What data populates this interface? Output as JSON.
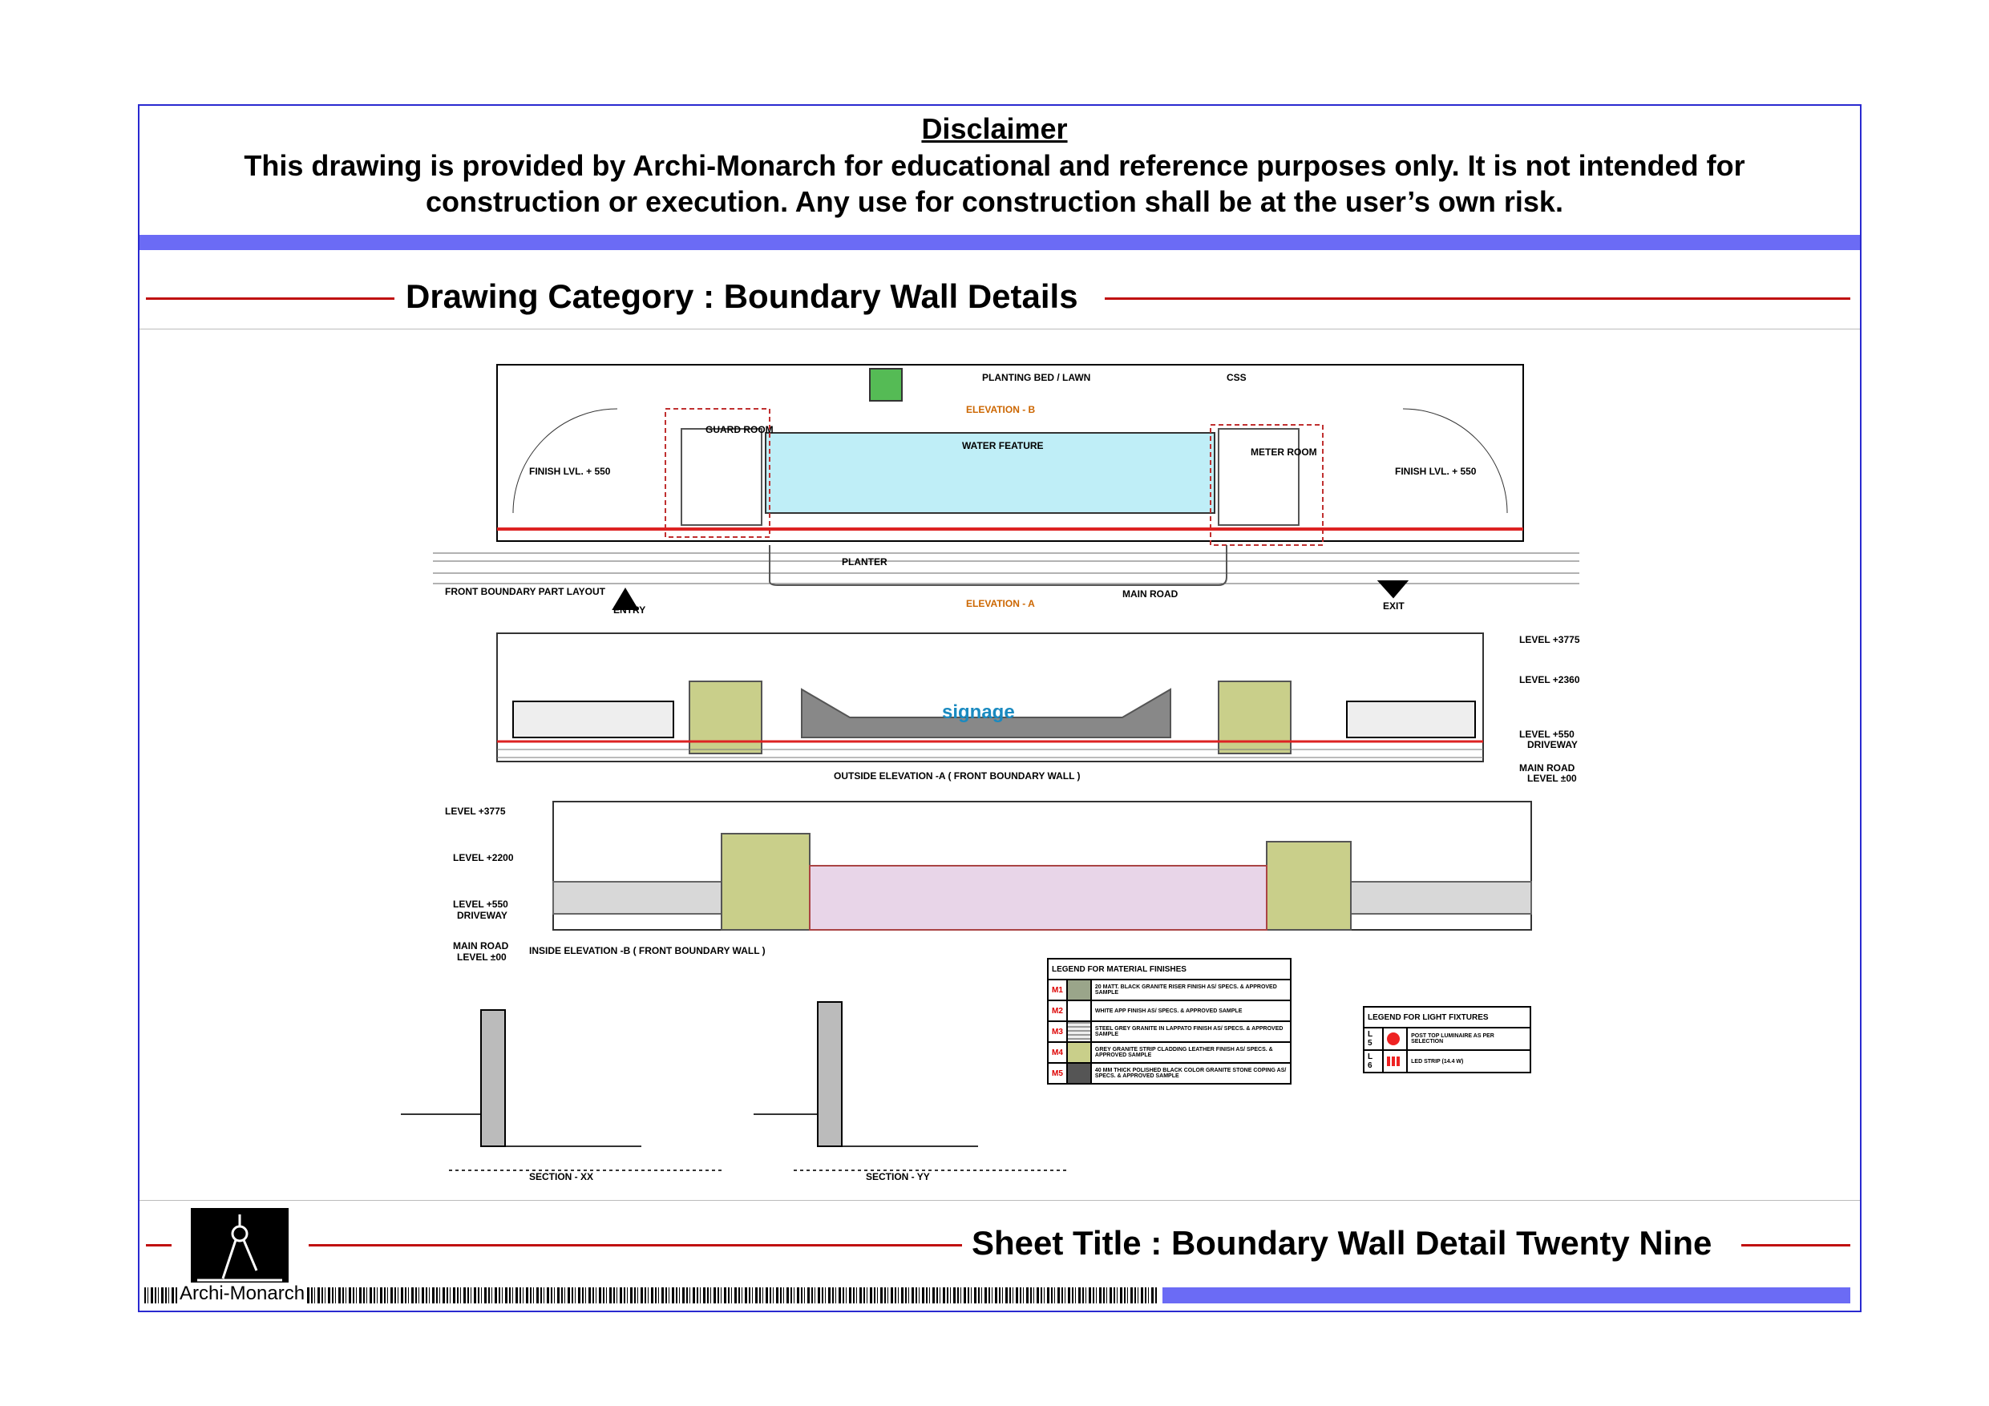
{
  "disclaimer": {
    "title": "Disclaimer",
    "line1": "This drawing is provided by Archi-Monarch for educational and reference purposes only. It is not intended for",
    "line2": "construction or execution. Any use for construction shall be at the user’s own risk."
  },
  "category": "Drawing Category : Boundary Wall Details",
  "sheet_title": "Sheet Title : Boundary Wall Detail Twenty Nine",
  "brand": "Archi-Monarch",
  "drawing": {
    "plan_title": "FRONT BOUNDARY PART LAYOUT",
    "entry": "ENTRY",
    "exit": "EXIT",
    "water_feature": "WATER FEATURE",
    "planting_bed": "PLANTING BED / LAWN",
    "elev_b": "ELEVATION - B",
    "elev_a": "ELEVATION - A",
    "finish_lvl": "FINISH LVL. + 550",
    "meter_room": "METER ROOM",
    "guard_room": "GUARD ROOM",
    "main_road": "MAIN ROAD",
    "planter": "PLANTER",
    "css": "CSS",
    "signage": "signage",
    "outside_title": "OUTSIDE ELEVATION -A ( FRONT BOUNDARY WALL )",
    "inside_title": "INSIDE ELEVATION -B ( FRONT BOUNDARY WALL )",
    "lvl_3775": "LEVEL +3775",
    "lvl_2200": "LEVEL +2200",
    "lvl_2360": "LEVEL +2360",
    "lvl_550": "LEVEL +550",
    "driveway": "DRIVEWAY",
    "lvl_0": "LEVEL ±00",
    "section_xx": "SECTION - XX",
    "section_yy": "SECTION - YY"
  },
  "legend_materials": {
    "title": "LEGEND FOR MATERIAL FINISHES",
    "rows": [
      {
        "code": "M1",
        "color": "#9aa58a",
        "text": "20 MATT. BLACK GRANITE RISER FINISH AS/ SPECS. & APPROVED SAMPLE"
      },
      {
        "code": "M2",
        "color": "#ffffff",
        "text": "WHITE APP FINISH AS/ SPECS. & APPROVED SAMPLE"
      },
      {
        "code": "M3",
        "color": "#c8c8c8",
        "text": "STEEL GREY GRANITE IN LAPPATO FINISH AS/ SPECS. & APPROVED SAMPLE"
      },
      {
        "code": "M4",
        "color": "#c9cf8a",
        "text": "GREY GRANITE STRIP CLADDING LEATHER FINISH AS/ SPECS. & APPROVED SAMPLE"
      },
      {
        "code": "M5",
        "color": "#555555",
        "text": "40 MM THICK POLISHED BLACK COLOR GRANITE STONE COPING AS/ SPECS. & APPROVED SAMPLE"
      }
    ]
  },
  "legend_lights": {
    "title": "LEGEND FOR LIGHT FIXTURES",
    "rows": [
      {
        "code": "L 5",
        "text": "POST TOP LUMINAIRE AS PER SELECTION"
      },
      {
        "code": "L 6",
        "text": "LED STRIP (14.4 W)"
      }
    ]
  }
}
